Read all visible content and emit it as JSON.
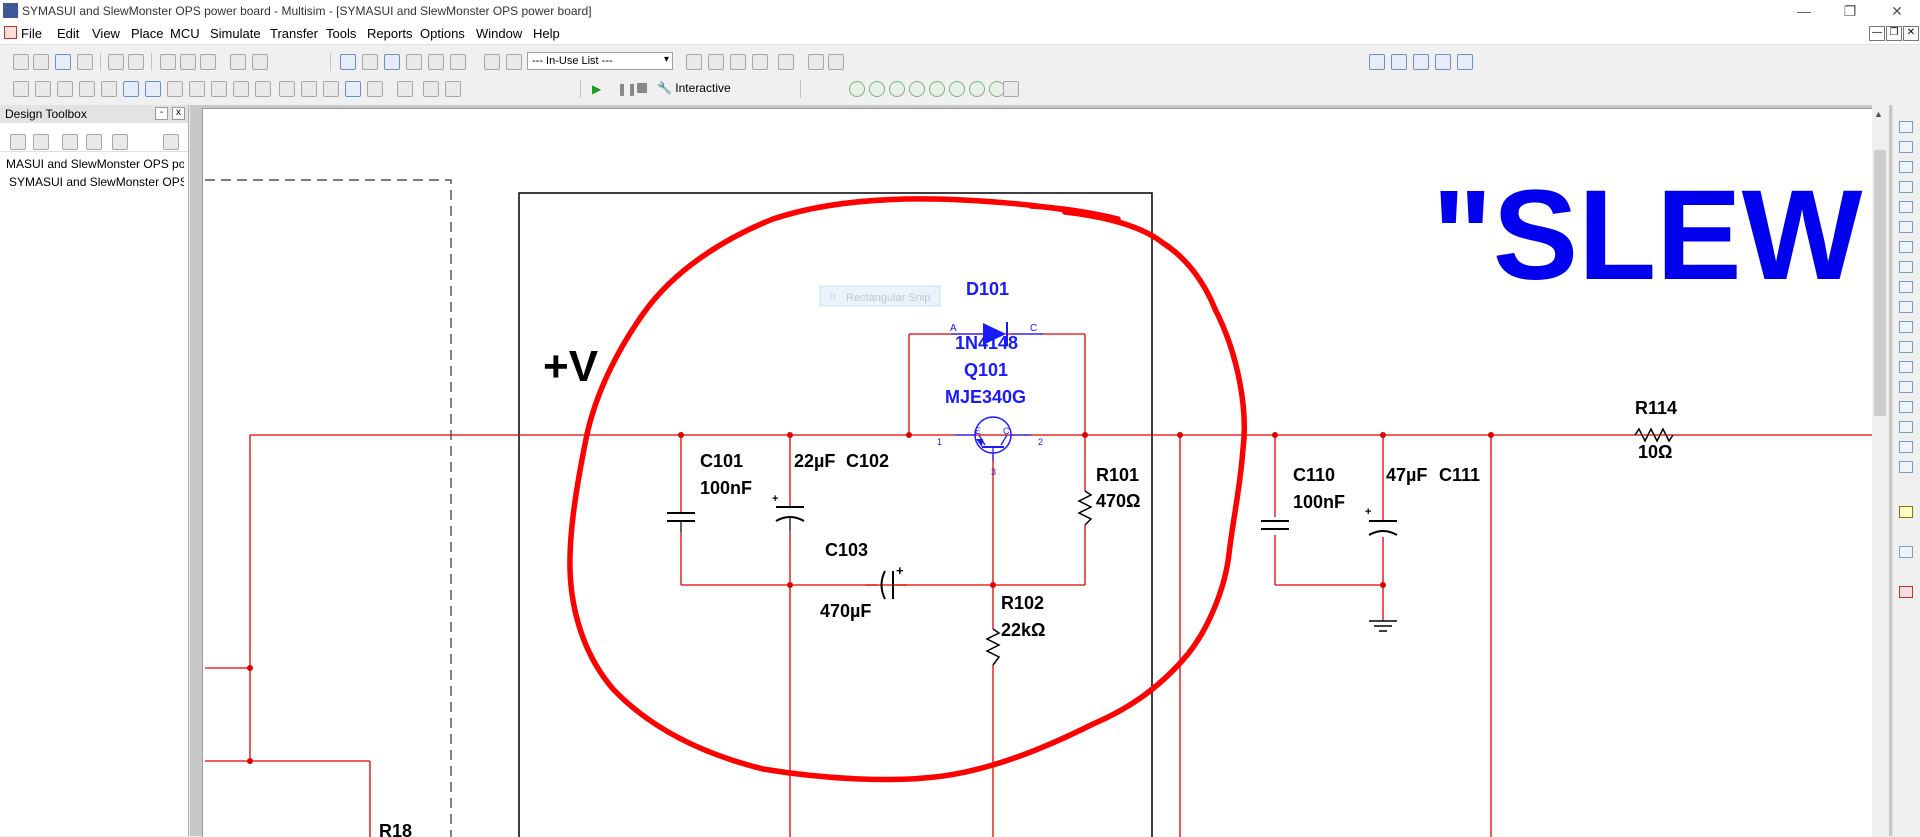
{
  "window": {
    "title": "SYMASUI and SlewMonster OPS power board - Multisim - [SYMASUI and SlewMonster OPS power board]",
    "minimize": "—",
    "restore": "❐",
    "close": "✕"
  },
  "menu": {
    "items": [
      "File",
      "Edit",
      "View",
      "Place",
      "MCU",
      "Simulate",
      "Transfer",
      "Tools",
      "Reports",
      "Options",
      "Window",
      "Help"
    ]
  },
  "toolbar": {
    "in_use_list": "--- In-Use List ---",
    "interactive": "Interactive"
  },
  "toolbox": {
    "title": "Design Toolbox",
    "pin": "-",
    "close": "x",
    "tree": [
      "MASUI and SlewMonster OPS pow",
      "SYMASUI and SlewMonster OPS p"
    ]
  },
  "schematic": {
    "overlay_text": "Rectangular Snip",
    "supply_label": "+V",
    "banner": "\"SLEW",
    "d101": {
      "ref": "D101",
      "value": "1N4148",
      "pin_a": "A",
      "pin_c": "C"
    },
    "q101": {
      "ref": "Q101",
      "value": "MJE340G",
      "pin_e": "E",
      "pin_c": "C",
      "pin_1": "1",
      "pin_2": "2",
      "pin_3": "3"
    },
    "c101": {
      "ref": "C101",
      "value": "100nF"
    },
    "c102": {
      "ref": "C102",
      "value": "22µF"
    },
    "c103": {
      "ref": "C103",
      "value": "470µF"
    },
    "r101": {
      "ref": "R101",
      "value": "470Ω"
    },
    "r102": {
      "ref": "R102",
      "value": "22kΩ"
    },
    "c110": {
      "ref": "C110",
      "value": "100nF"
    },
    "c111": {
      "ref": "C111",
      "value": "47µF"
    },
    "r114": {
      "ref": "R114",
      "value": "10Ω"
    },
    "r18": {
      "ref": "R18"
    }
  }
}
